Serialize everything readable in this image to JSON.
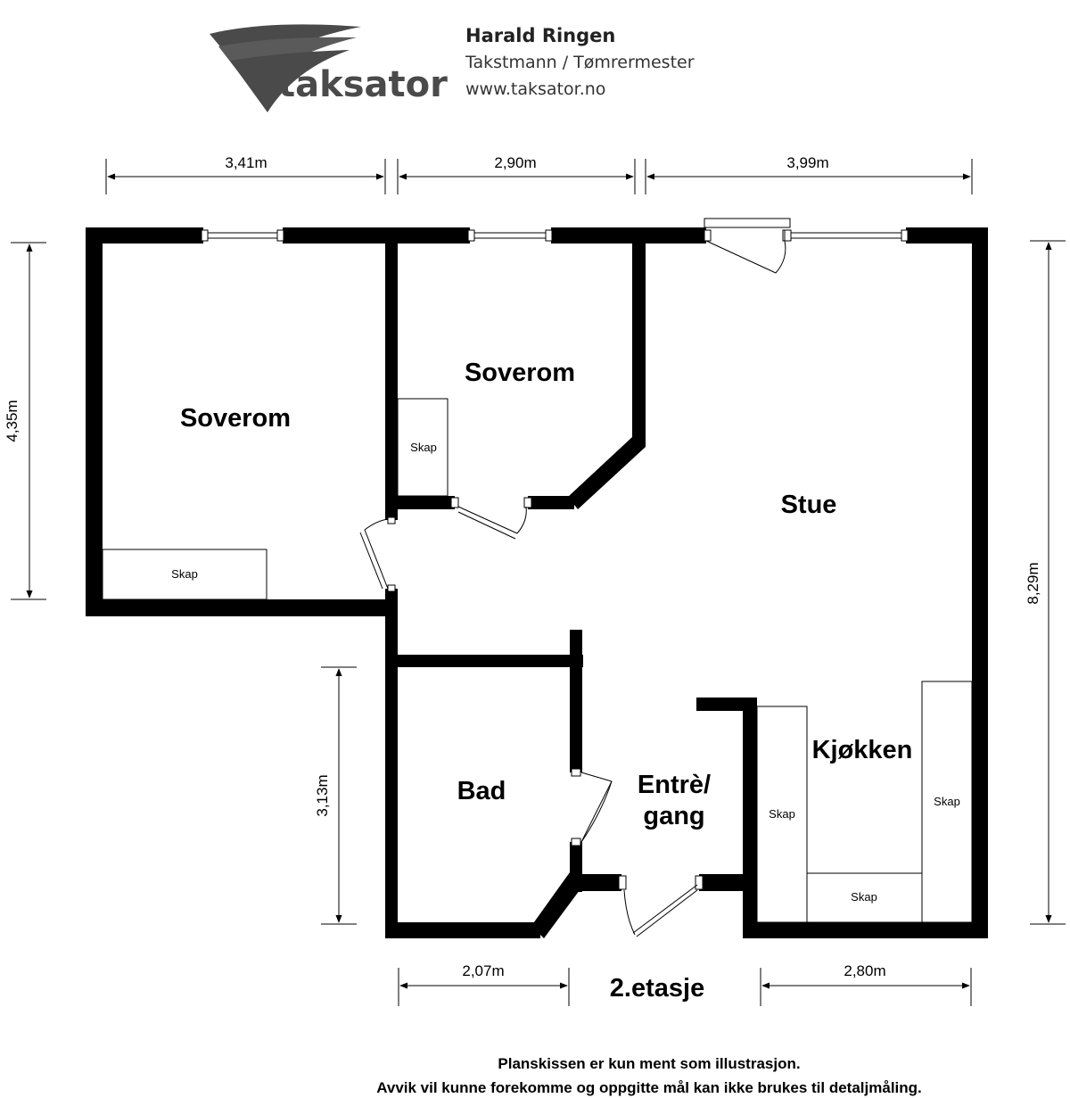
{
  "header": {
    "logo_text": "taksator",
    "name": "Harald Ringen",
    "title": "Takstmann / Tømrermester",
    "website": "www.taksator.no"
  },
  "rooms": {
    "bedroom_left": "Soverom",
    "bedroom_middle": "Soverom",
    "living_room": "Stue",
    "kitchen": "Kjøkken",
    "bathroom": "Bad",
    "entrance_line1": "Entrè/",
    "entrance_line2": "gang"
  },
  "closets": {
    "bedroom_left": "Skap",
    "bedroom_middle": "Skap",
    "kitchen_left": "Skap",
    "kitchen_right": "Skap",
    "kitchen_bottom": "Skap"
  },
  "dimensions": {
    "top_1": "3,41m",
    "top_2": "2,90m",
    "top_3": "3,99m",
    "left_1": "4,35m",
    "left_2": "3,13m",
    "right": "8,29m",
    "bottom_1": "2,07m",
    "bottom_2": "2,80m"
  },
  "floor_label": "2.etasje",
  "footer": {
    "line1": "Planskissen er kun ment som illustrasjon.",
    "line2": "Avvik vil kunne forekomme og oppgitte mål kan ikke brukes til detaljmåling."
  },
  "colors": {
    "wall": "#000000",
    "logo_gray": "#4a4a4a",
    "background": "#ffffff"
  }
}
